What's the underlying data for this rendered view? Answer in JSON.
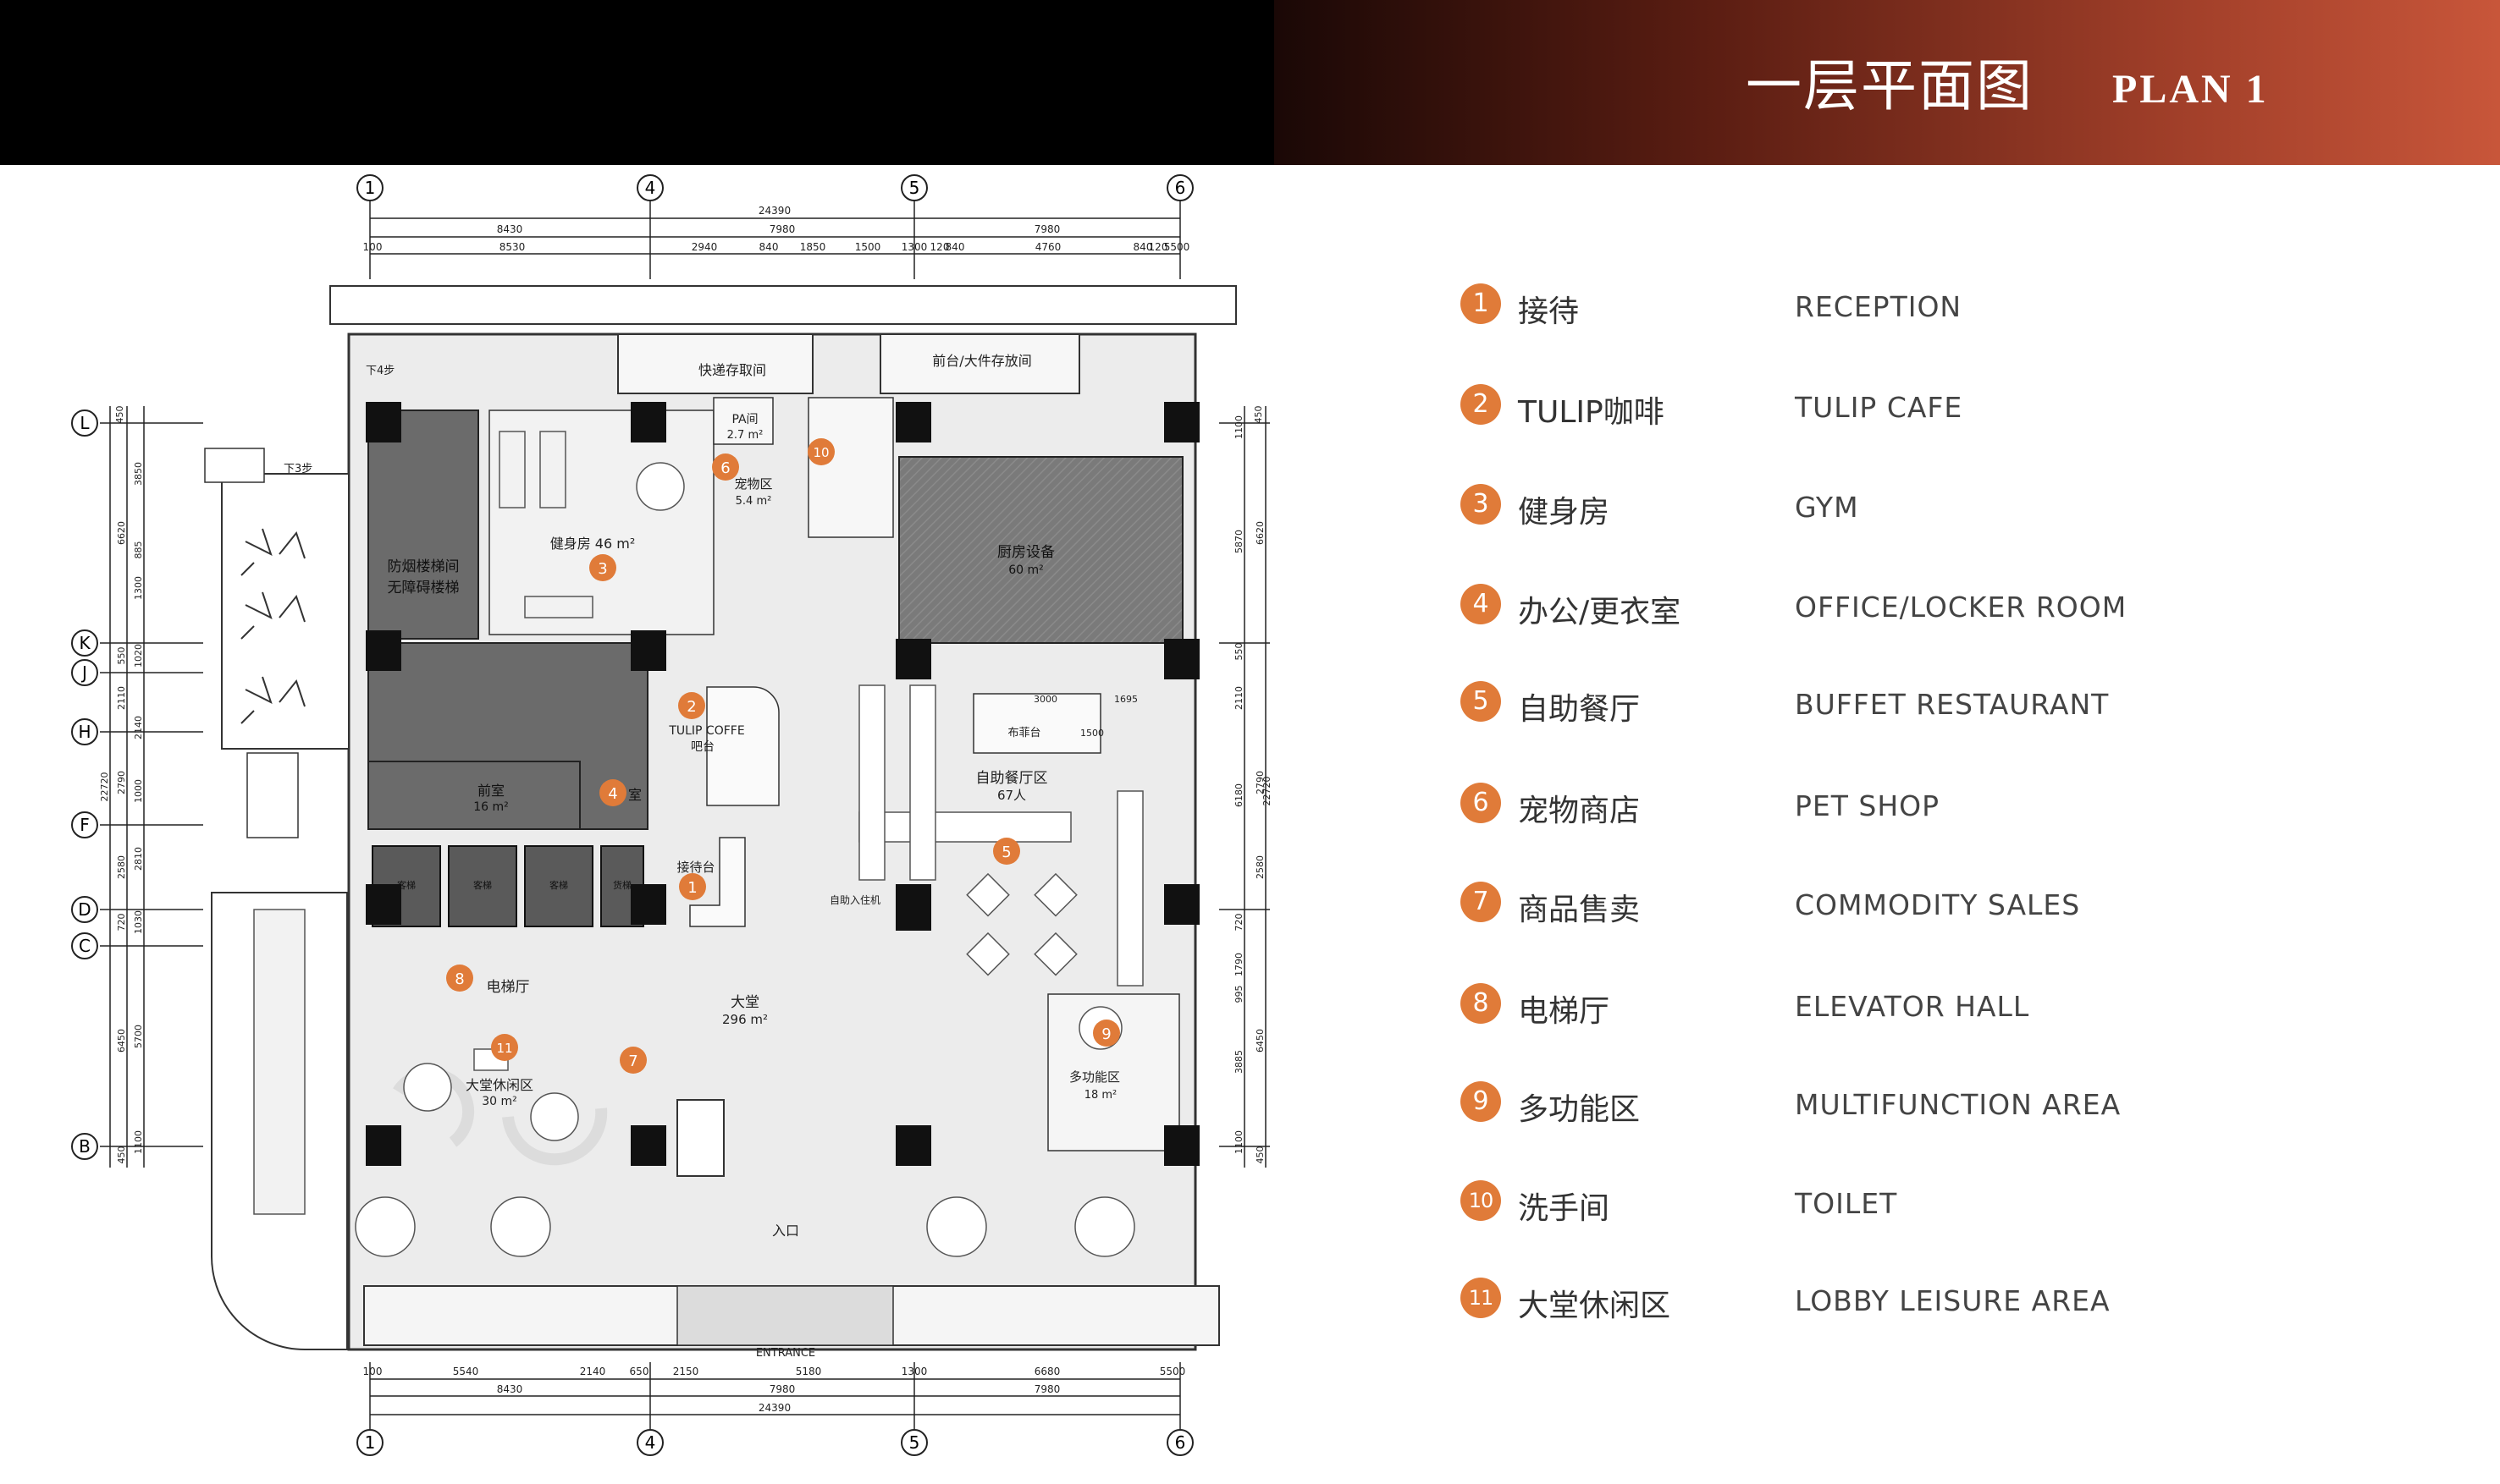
{
  "header": {
    "title_zh": "一层平面图",
    "title_en": "PLAN 1"
  },
  "colors": {
    "accent": "#e07b39",
    "header_gradient_end": "#c8563a",
    "dark_fill": "#6b6b6b",
    "column_fill": "#111111"
  },
  "grid_axes": {
    "vertical": [
      "1",
      "4",
      "5",
      "6"
    ],
    "horizontal": [
      "L",
      "K",
      "J",
      "H",
      "F",
      "D",
      "C",
      "B"
    ]
  },
  "dimensions": {
    "top_total": "24390",
    "top_bays": [
      "8430",
      "7980",
      "7980"
    ],
    "top_detail": [
      "100",
      "8530",
      "2940",
      "840",
      "1850",
      "1500",
      "1300",
      "120",
      "840",
      "4760",
      "840",
      "120",
      "5500"
    ],
    "bottom_detail": [
      "100",
      "5540",
      "2140",
      "650",
      "2150",
      "5180",
      "1300",
      "6680",
      "5500"
    ],
    "bottom_bays": [
      "8430",
      "7980",
      "7980"
    ],
    "bottom_total": "24390",
    "left_outer": [
      "450",
      "3850",
      "6620",
      "885",
      "1300",
      "1020",
      "550",
      "2110",
      "2140",
      "22720",
      "1000",
      "2790",
      "2810",
      "2580",
      "1030",
      "720",
      "5700",
      "6450",
      "1100",
      "450"
    ],
    "right_outer": [
      "450",
      "1100",
      "5870",
      "6620",
      "550",
      "2110",
      "6180",
      "2790",
      "2580",
      "22720",
      "720",
      "1790",
      "3885",
      "6450",
      "995",
      "1100",
      "450"
    ]
  },
  "plan_labels": {
    "down_4": "下4步",
    "down_3": "下3步",
    "courier": "快递存取间",
    "front_storage": "前台/大件存放间",
    "pa_room": "PA间",
    "pa_area": "2.7 m²",
    "pet_zone": "宠物区",
    "pet_area": "5.4 m²",
    "gym": "健身房 46 m²",
    "kitchen": "厨房设备",
    "kitchen_area": "60 m²",
    "stair_1": "防烟楼梯间",
    "stair_2": "无障碍楼梯",
    "cafe_name": "TULIP COFFE",
    "cafe_bar": "吧台",
    "front_room": "前室",
    "front_room_area": "16 m²",
    "office_suffix": "室",
    "reception_desk": "接待台",
    "buffet": "自助餐厅区",
    "buffet_people": "67人",
    "buffet_counter": "布菲台",
    "dim_3000": "3000",
    "dim_1695": "1695",
    "dim_1500": "1500",
    "self_service": "自助入住机",
    "elevator_hall": "电梯厅",
    "lobby": "大堂",
    "lobby_area": "296 m²",
    "lobby_leisure": "大堂休闲区",
    "leisure_area": "30 m²",
    "multifunction": "多功能区",
    "multi_area": "18 m²",
    "entrance_zh": "入口",
    "entrance_en": "ENTRANCE",
    "elevator_tag": "客梯",
    "small_tag": "货梯"
  },
  "plan_markers": [
    {
      "num": "1"
    },
    {
      "num": "2"
    },
    {
      "num": "3"
    },
    {
      "num": "4"
    },
    {
      "num": "5"
    },
    {
      "num": "6"
    },
    {
      "num": "7"
    },
    {
      "num": "8"
    },
    {
      "num": "9"
    },
    {
      "num": "10"
    },
    {
      "num": "11"
    }
  ],
  "legend": [
    {
      "num": "1",
      "zh": "接待",
      "en": "RECEPTION"
    },
    {
      "num": "2",
      "zh": "TULIP咖啡",
      "en": "TULIP CAFE"
    },
    {
      "num": "3",
      "zh": "健身房",
      "en": "GYM"
    },
    {
      "num": "4",
      "zh": "办公/更衣室",
      "en": "OFFICE/LOCKER ROOM"
    },
    {
      "num": "5",
      "zh": "自助餐厅",
      "en": "BUFFET RESTAURANT"
    },
    {
      "num": "6",
      "zh": "宠物商店",
      "en": "PET SHOP"
    },
    {
      "num": "7",
      "zh": "商品售卖",
      "en": "COMMODITY SALES"
    },
    {
      "num": "8",
      "zh": "电梯厅",
      "en": "ELEVATOR HALL"
    },
    {
      "num": "9",
      "zh": "多功能区",
      "en": "MULTIFUNCTION AREA"
    },
    {
      "num": "10",
      "zh": "洗手间",
      "en": "TOILET"
    },
    {
      "num": "11",
      "zh": "大堂休闲区",
      "en": "LOBBY LEISURE AREA"
    }
  ]
}
